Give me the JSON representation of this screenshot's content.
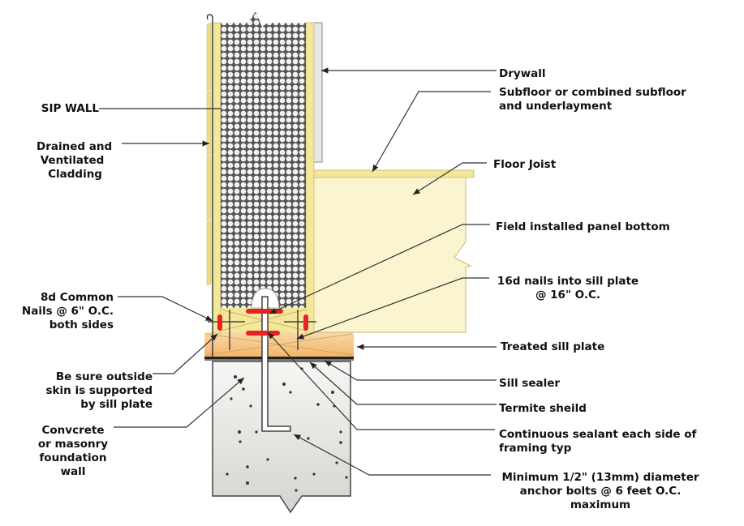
{
  "title": "SIP wall to foundation sill plate connection detail",
  "labels": {
    "sip_wall": "SIP WALL",
    "cladding": "Drained and\n Ventilated\n   Cladding",
    "nails_8d": "8d Common\nNails @ 6\" O.C.\nboth sides",
    "outside_skin": "Be sure outside\nskin is supported\nby sill plate",
    "foundation": "Convcrete\nor masonry\nfoundation\nwall",
    "drywall": "Drywall",
    "subfloor": "Subfloor or combined subfloor\nand underlayment",
    "floor_joist": "Floor Joist",
    "panel_bottom": "Field installed panel bottom",
    "nails_16d": "16d nails into sill plate\n@ 16\" O.C.",
    "sill_plate": "Treated sill plate",
    "sill_sealer": "Sill sealer",
    "termite": "Termite sheild",
    "sealant": "Continuous sealant each side of\nframing typ",
    "anchor": "Minimum 1/2\" (13mm) diameter\nanchor bolts @ 6 feet O.C.\nmaximum"
  },
  "colors": {
    "osb": "#f3e79a",
    "joist": "#faf4cf",
    "sill": "#f8c98a",
    "concrete": "#e4e4e0",
    "sealant": "#e82127",
    "leader": "#333333"
  }
}
